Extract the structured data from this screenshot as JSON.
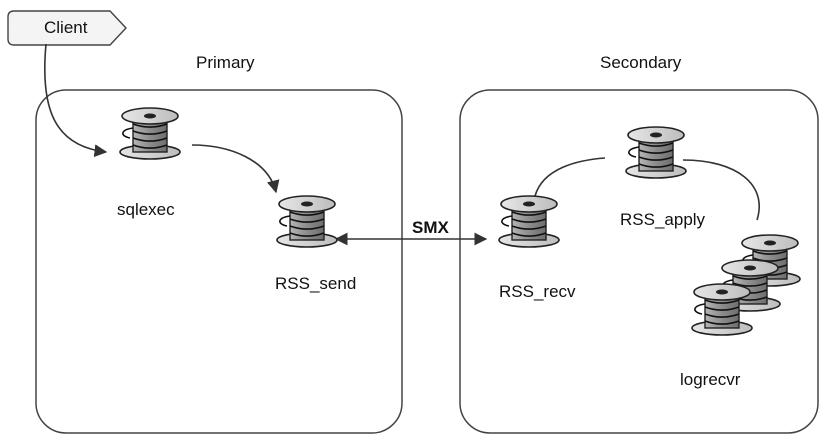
{
  "client": {
    "label": "Client"
  },
  "primary": {
    "title": "Primary",
    "threads": {
      "sqlexec": "sqlexec",
      "rss_send": "RSS_send"
    }
  },
  "secondary": {
    "title": "Secondary",
    "threads": {
      "rss_recv": "RSS_recv",
      "rss_apply": "RSS_apply",
      "logrecvr": "logrecvr"
    }
  },
  "link": {
    "label": "SMX"
  },
  "colors": {
    "line": "#333333",
    "box_stroke": "#444444",
    "spool_body": "#9a9a9a",
    "spool_flange": "#d8d8d8"
  }
}
